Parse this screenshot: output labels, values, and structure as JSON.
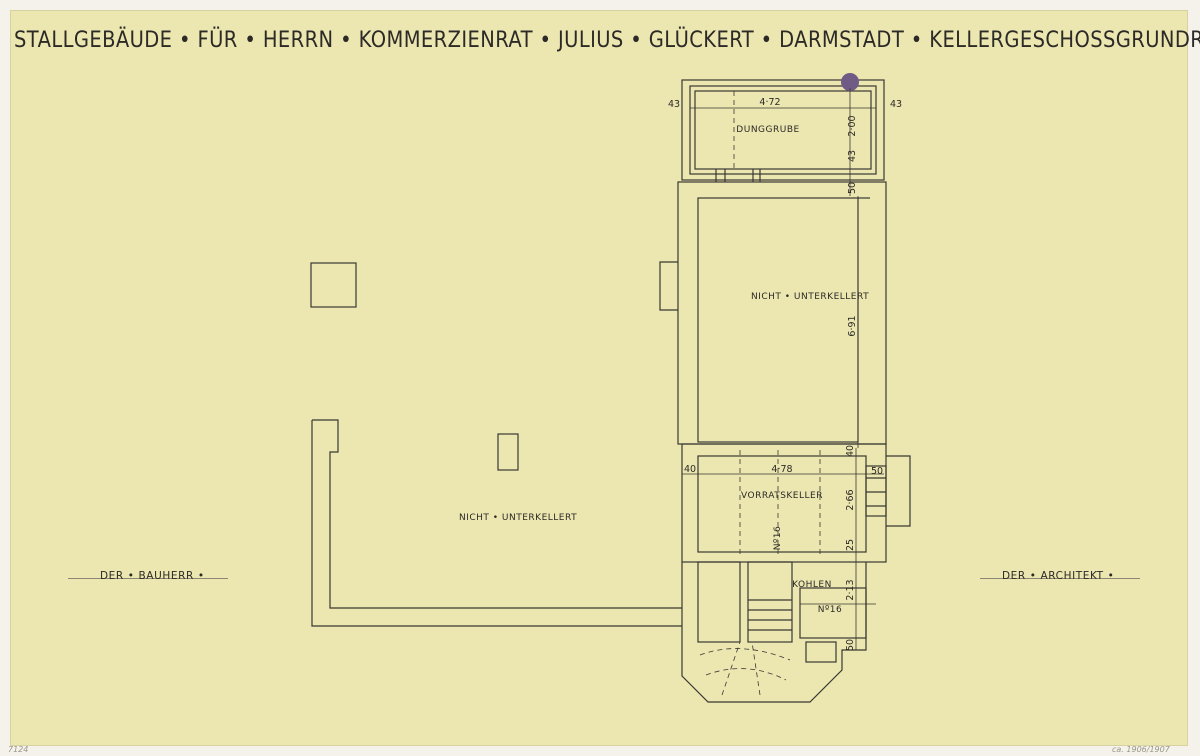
{
  "title": "STALLGEBÄUDE • FÜR • HERRN • KOMMERZIENRAT • JULIUS • GLÜCKERT • DARMSTADT • KELLERGESCHOSSGRUNDRISS",
  "signatures": {
    "bauherr": "DER • BAUHERR •",
    "architekt": "DER • ARCHITEKT •"
  },
  "rooms": {
    "dunggrube": "DUNGGRUBE",
    "nicht_unterkellert_upper": "NICHT • UNTERKELLERT",
    "nicht_unterkellert_lower": "NICHT • UNTERKELLERT",
    "vorratskeller": "VORRATSKELLER",
    "kohlen": "KOHLEN"
  },
  "labels": {
    "no16_a": "Nº16",
    "no16_b": "Nº16"
  },
  "dimensions": {
    "d43_left": "43",
    "d472": "4·72",
    "d43_right": "43",
    "d200": "2·00",
    "d43_mid": "43",
    "d50_top": "50",
    "d691": "6·91",
    "d40_top": "40",
    "d40_left": "40",
    "d478": "4·78",
    "d50_right": "50",
    "d266": "2·66",
    "d25": "25",
    "d213": "2·13",
    "d50_bottom": "50"
  },
  "corner_notes": {
    "bottom_left": "7124",
    "bottom_right": "ca. 1906/1907"
  }
}
